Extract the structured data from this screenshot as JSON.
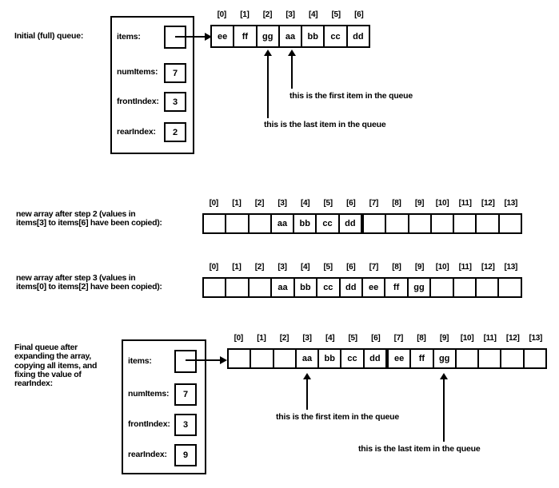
{
  "page": {
    "background": "#ffffff",
    "foreground": "#000000"
  },
  "sections": {
    "initial": {
      "label": "Initial (full) queue:",
      "record": {
        "items_label": "items:",
        "fields": [
          {
            "label": "numItems:",
            "value": "7"
          },
          {
            "label": "frontIndex:",
            "value": "3"
          },
          {
            "label": "rearIndex:",
            "value": "2"
          }
        ]
      },
      "array": {
        "indices": [
          "[0]",
          "[1]",
          "[2]",
          "[3]",
          "[4]",
          "[5]",
          "[6]"
        ],
        "values": [
          "ee",
          "ff",
          "gg",
          "aa",
          "bb",
          "cc",
          "dd"
        ]
      },
      "annotations": {
        "first_item": "this is the first item in the queue",
        "last_item": "this is the last item in the queue"
      }
    },
    "step2": {
      "label_line1": "new array after step 2 (values in",
      "label_line2": "items[3] to items[6] have been copied):",
      "array": {
        "indices": [
          "[0]",
          "[1]",
          "[2]",
          "[3]",
          "[4]",
          "[5]",
          "[6]",
          "[7]",
          "[8]",
          "[9]",
          "[10]",
          "[11]",
          "[12]",
          "[13]"
        ],
        "values": [
          "",
          "",
          "",
          "aa",
          "bb",
          "cc",
          "dd",
          "",
          "",
          "",
          "",
          "",
          "",
          ""
        ],
        "divider_after": 6
      }
    },
    "step3": {
      "label_line1": "new array after step 3 (values in",
      "label_line2": "items[0] to items[2] have been copied):",
      "array": {
        "indices": [
          "[0]",
          "[1]",
          "[2]",
          "[3]",
          "[4]",
          "[5]",
          "[6]",
          "[7]",
          "[8]",
          "[9]",
          "[10]",
          "[11]",
          "[12]",
          "[13]"
        ],
        "values": [
          "",
          "",
          "",
          "aa",
          "bb",
          "cc",
          "dd",
          "ee",
          "ff",
          "gg",
          "",
          "",
          "",
          ""
        ]
      }
    },
    "final": {
      "label_lines": [
        "Final queue after",
        "expanding the array,",
        "copying all items, and",
        "fixing the value of",
        "rearIndex:"
      ],
      "record": {
        "items_label": "items:",
        "fields": [
          {
            "label": "numItems:",
            "value": "7"
          },
          {
            "label": "frontIndex:",
            "value": "3"
          },
          {
            "label": "rearIndex:",
            "value": "9"
          }
        ]
      },
      "array": {
        "indices": [
          "[0]",
          "[1]",
          "[2]",
          "[3]",
          "[4]",
          "[5]",
          "[6]",
          "[7]",
          "[8]",
          "[9]",
          "[10]",
          "[11]",
          "[12]",
          "[13]"
        ],
        "values": [
          "",
          "",
          "",
          "aa",
          "bb",
          "cc",
          "dd",
          "ee",
          "ff",
          "gg",
          "",
          "",
          "",
          ""
        ],
        "divider_after": 6
      },
      "annotations": {
        "first_item": "this is the first item in the queue",
        "last_item": "this is the last item in the queue"
      }
    }
  }
}
